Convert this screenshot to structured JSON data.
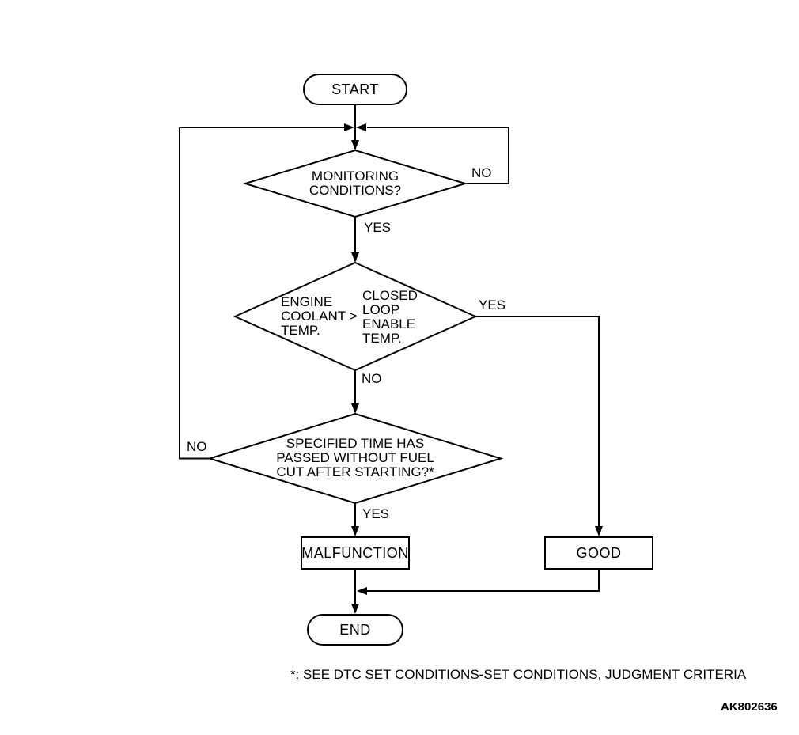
{
  "figure": {
    "footnote": "*: SEE DTC SET CONDITIONS-SET CONDITIONS, JUDGMENT CRITERIA",
    "code": "AK802636"
  },
  "flowchart": {
    "type": "flowchart",
    "colors": {
      "line": "#000000",
      "background": "#ffffff",
      "text": "#000000"
    },
    "start": {
      "label": "START"
    },
    "decision_monitoring": {
      "lines": [
        "MONITORING",
        "CONDITIONS?"
      ]
    },
    "decision_coolant": {
      "left_lines": [
        "ENGINE",
        "COOLANT >",
        "TEMP."
      ],
      "right_lines": [
        "CLOSED",
        "LOOP",
        "ENABLE",
        "TEMP."
      ]
    },
    "decision_time": {
      "lines": [
        "SPECIFIED TIME HAS",
        "PASSED WITHOUT FUEL",
        "CUT AFTER STARTING?*"
      ]
    },
    "malfunction": {
      "label": "MALFUNCTION"
    },
    "good": {
      "label": "GOOD"
    },
    "end": {
      "label": "END"
    },
    "edge_labels": {
      "monitoring_no": "NO",
      "monitoring_yes": "YES",
      "coolant_yes": "YES",
      "coolant_no": "NO",
      "time_no": "NO",
      "time_yes": "YES"
    }
  }
}
